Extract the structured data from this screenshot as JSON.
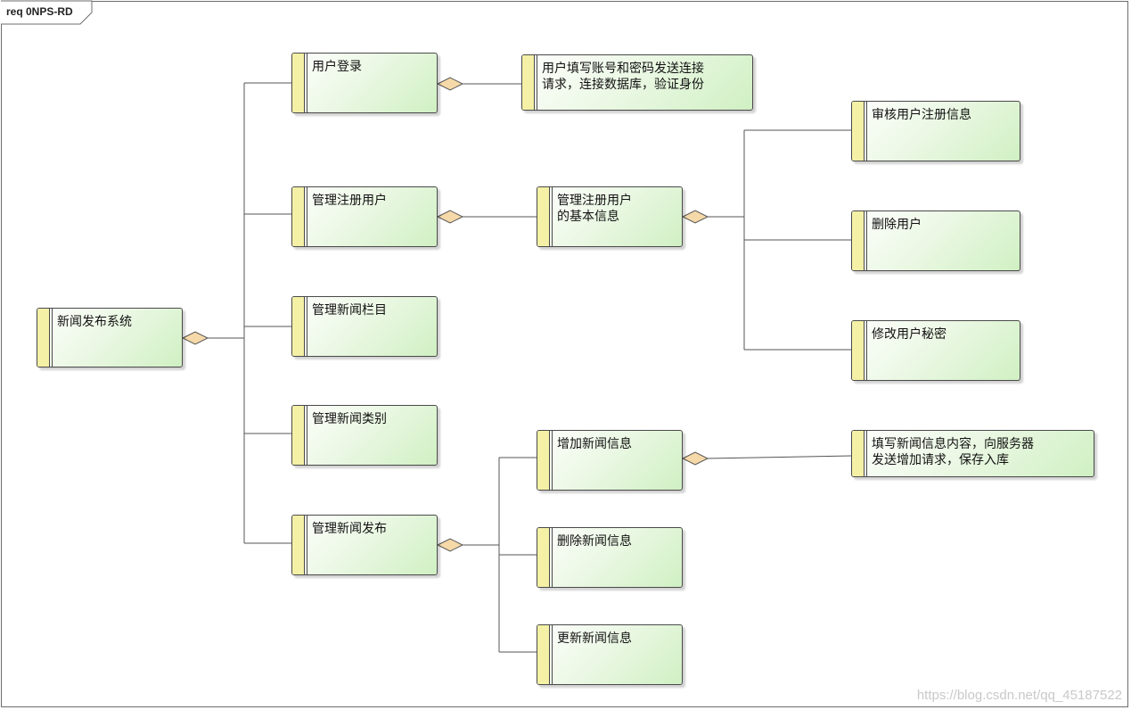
{
  "frame": {
    "title": "req 0NPS-RD"
  },
  "nodes": {
    "system": "新闻发布系统",
    "login": "用户登录",
    "login_desc": "用户填写账号和密码发送连接\n请求，连接数据库，验证身份",
    "manage_users": "管理注册用户",
    "manage_user_info": "管理注册用户\n的基本信息",
    "review_user": "审核用户注册信息",
    "delete_user": "删除用户",
    "change_password": "修改用户秘密",
    "manage_columns": "管理新闻栏目",
    "manage_categories": "管理新闻类别",
    "manage_publish": "管理新闻发布",
    "add_news": "增加新闻信息",
    "add_news_desc": "填写新闻信息内容，向服务器\n发送增加请求，保存入库",
    "delete_news": "删除新闻信息",
    "update_news": "更新新闻信息"
  },
  "watermark": "https://blog.csdn.net/qq_45187522"
}
